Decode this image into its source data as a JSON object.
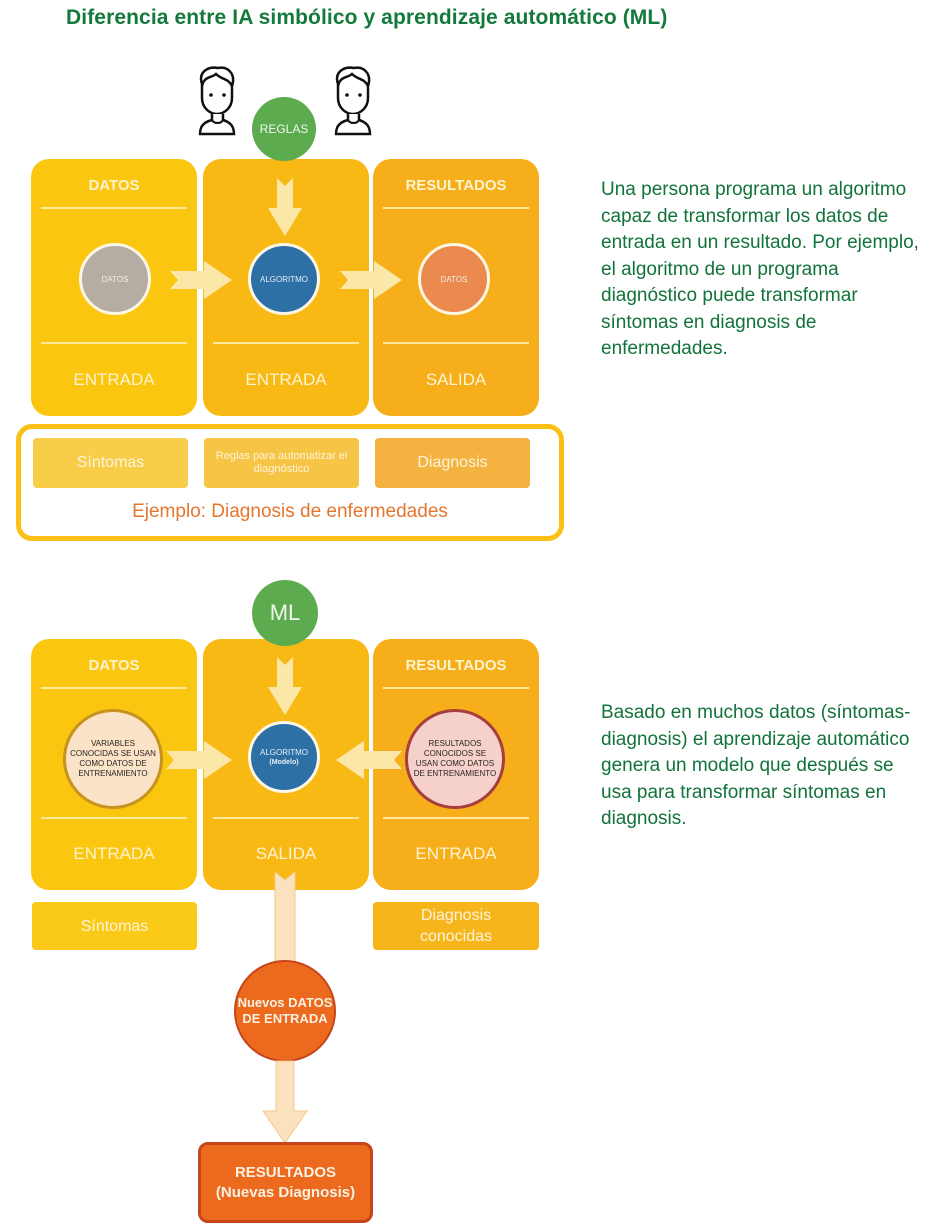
{
  "title": "Diferencia entre IA simbólico y aprendizaje automático (ML)",
  "colors": {
    "title_green": "#137a3c",
    "panel_yellow": "#fbc60f",
    "panel_mid": "#f9b915",
    "panel_orange": "#f6ae1b",
    "rules_green": "#5cab4e",
    "algorithm_blue": "#2d70a6",
    "output_orange": "#ec6a1e"
  },
  "symbolic": {
    "rules_label": "REGLAS",
    "people_icons": [
      "person-icon",
      "person-icon"
    ],
    "panels": [
      {
        "header": "DATOS",
        "circle": "DATOS",
        "footer": "ENTRADA"
      },
      {
        "header": "",
        "circle": "ALGORITMO",
        "footer": "ENTRADA"
      },
      {
        "header": "RESULTADOS",
        "circle": "DATOS",
        "footer": "SALIDA"
      }
    ],
    "example": {
      "cells": [
        "Síntomas",
        "Reglas para automatizar el diagnóstico",
        "Diagnosis"
      ],
      "caption": "Ejemplo: Diagnosis de enfermedades"
    },
    "description": "Una persona programa un algoritmo capaz de transformar los datos de entrada en un resultado. Por ejemplo, el algoritmo de un programa diagnóstico puede transformar síntomas en diagnosis de enfermedades."
  },
  "ml": {
    "ml_label": "ML",
    "panels": [
      {
        "header": "DATOS",
        "circle": "VARIABLES CONOCIDAS SE USAN COMO DATOS DE ENTRENAMIENTO",
        "footer": "ENTRADA"
      },
      {
        "header": "",
        "circle_title": "ALGORITMO",
        "circle_sub": "(Modelo)",
        "footer": "SALIDA"
      },
      {
        "header": "RESULTADOS",
        "circle": "RESULTADOS CONOCIDOS SE USAN COMO DATOS DE ENTRENAMIENTO",
        "footer": "ENTRADA"
      }
    ],
    "sub_labels": [
      "Síntomas",
      "Diagnosis conocidas"
    ],
    "new_input": "Nuevos DATOS DE ENTRADA",
    "result_title": "RESULTADOS",
    "result_sub": "(Nuevas Diagnosis)",
    "description": "Basado en muchos datos (síntomas-diagnosis) el aprendizaje automático genera un modelo que después se usa para transformar síntomas en diagnosis."
  }
}
